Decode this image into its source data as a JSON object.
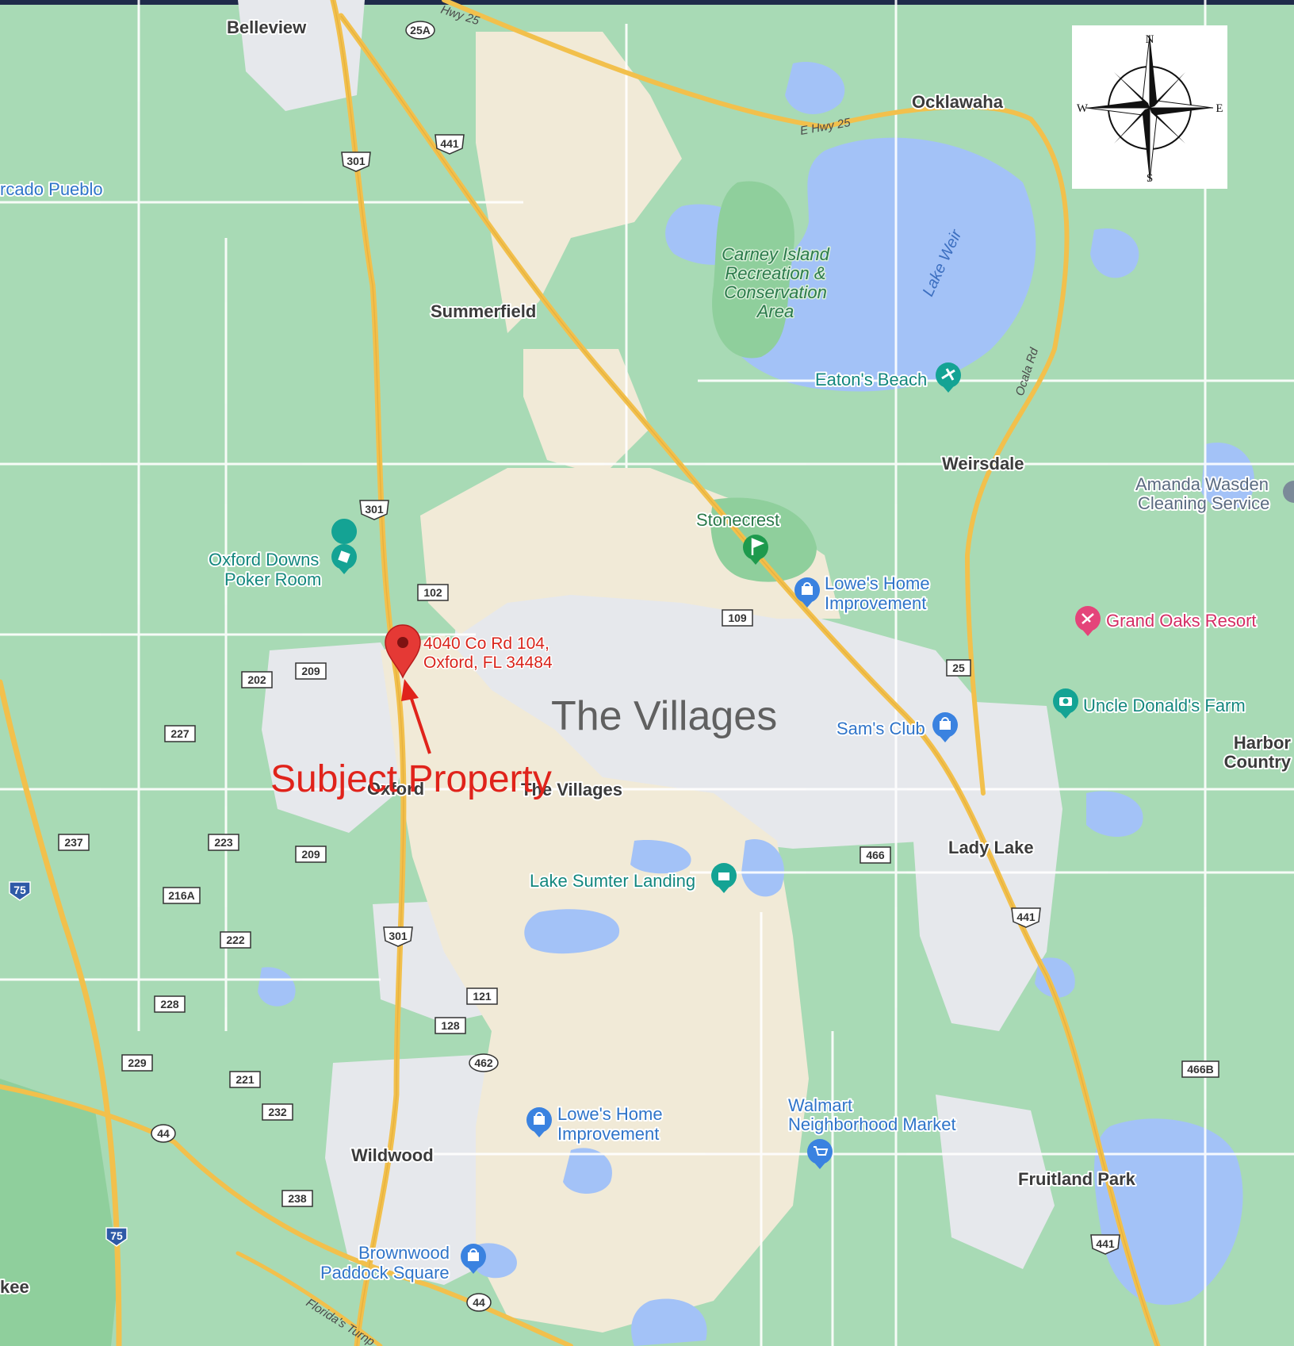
{
  "map": {
    "towns": {
      "belleview": "Belleview",
      "ocklawaha": "Ocklawaha",
      "summerfield": "Summerfield",
      "weirsdale": "Weirsdale",
      "oxford": "Oxford",
      "the_villages_town": "The Villages",
      "lady_lake": "Lady Lake",
      "wildwood": "Wildwood",
      "fruitland_park": "Fruitland Park",
      "harbor_country_1": "Harbor",
      "harbor_country_2": "Country",
      "stonecrest": "Stonecrest",
      "kee": "kee"
    },
    "region_label": "The Villages",
    "water": {
      "lake_weir": "Lake Weir"
    },
    "parks": {
      "carney_1": "Carney Island",
      "carney_2": "Recreation &",
      "carney_3": "Conservation",
      "carney_4": "Area"
    },
    "road_names": {
      "hwy25_top": "Hwy 25",
      "e_hwy25": "E Hwy 25",
      "ocala_rd": "Ocala Rd",
      "florida_turnpike": "Florida's Turnp"
    },
    "pois": {
      "arcado_pueblo": "rcado Pueblo",
      "oxford_downs_1": "Oxford Downs",
      "oxford_downs_2": "Poker Room",
      "eatons_beach": "Eaton's Beach",
      "amanda_1": "Amanda Wasden",
      "amanda_2": "Cleaning Service",
      "lowes1_1": "Lowe's Home",
      "lowes1_2": "Improvement",
      "grand_oaks": "Grand Oaks Resort",
      "uncle_donalds": "Uncle Donald's Farm",
      "sams_club": "Sam's Club",
      "lake_sumter": "Lake Sumter Landing",
      "lowes2_1": "Lowe's Home",
      "lowes2_2": "Improvement",
      "walmart_1": "Walmart",
      "walmart_2": "Neighborhood Market",
      "brownwood_1": "Brownwood",
      "brownwood_2": "Paddock Square"
    },
    "shields": {
      "s25a": "25A",
      "s301a": "301",
      "s441a": "441",
      "s301b": "301",
      "s102": "102",
      "s109": "109",
      "s209a": "209",
      "s202": "202",
      "s227": "227",
      "s25": "25",
      "s237": "237",
      "s223": "223",
      "s209b": "209",
      "s466": "466",
      "s216a": "216A",
      "s75a": "75",
      "s222": "222",
      "s301c": "301",
      "s441b": "441",
      "s121": "121",
      "s228": "228",
      "s128": "128",
      "s229": "229",
      "s462": "462",
      "s466b": "466B",
      "s221": "221",
      "s232": "232",
      "s44a": "44",
      "s238": "238",
      "s75b": "75",
      "s441c": "441",
      "s44b": "44"
    },
    "subject": {
      "address_line1": "4040 Co Rd 104,",
      "address_line2": "Oxford, FL 34484",
      "label": "Subject Property"
    },
    "compass": {
      "n": "N",
      "s": "S",
      "e": "E",
      "w": "W"
    },
    "colors": {
      "land": "#a8dab5",
      "urban": "#e9eaee",
      "villages": "#f1ead7",
      "water": "#a3c2f7",
      "highway": "#f2c04c",
      "marker": "#e53935",
      "subject_text": "#e0231b"
    }
  }
}
